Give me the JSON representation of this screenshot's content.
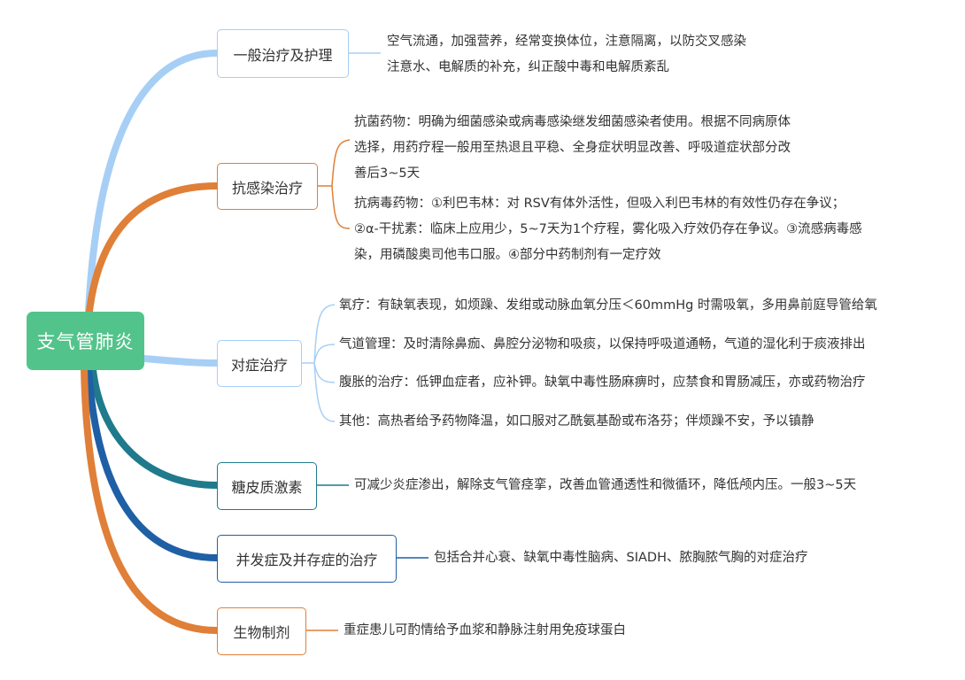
{
  "root": {
    "label": "支气管肺炎",
    "color": "#52c48b"
  },
  "branches": [
    {
      "label": "一般治疗及护理",
      "color": "#a7cff5",
      "details": [
        "空气流通，加强营养，经常变换体位，注意隔离，以防交叉感染",
        "注意水、电解质的补充，纠正酸中毒和电解质紊乱"
      ]
    },
    {
      "label": "抗感染治疗",
      "color": "#e07f37",
      "details": [
        "抗菌药物：明确为细菌感染或病毒感染继发细菌感染者使用。根据不同病原体选择，用药疗程一般用至热退且平稳、全身症状明显改善、呼吸道症状部分改善后3~5天",
        "抗病毒药物：①利巴韦林：对 RSV有体外活性，但吸入利巴韦林的有效性仍存在争议；②α-干扰素：临床上应用少，5~7天为1个疗程，雾化吸入疗效仍存在争议。③流感病毒感染，用磷酸奥司他韦口服。④部分中药制剂有一定疗效"
      ]
    },
    {
      "label": "对症治疗",
      "color": "#a7cff5",
      "details": [
        "氧疗：有缺氧表现，如烦躁、发绀或动脉血氧分压＜60mmHg 时需吸氧，多用鼻前庭导管给氧",
        "气道管理：及时清除鼻痂、鼻腔分泌物和吸痰，以保持呼吸道通畅，气道的湿化利于痰液排出",
        "腹胀的治疗：低钾血症者，应补钾。缺氧中毒性肠麻痹时，应禁食和胃肠减压，亦或药物治疗",
        "其他：高热者给予药物降温，如口服对乙酰氨基酚或布洛芬；伴烦躁不安，予以镇静"
      ]
    },
    {
      "label": "糖皮质激素",
      "color": "#1f7a8c",
      "details": [
        "可减少炎症渗出，解除支气管痉挛，改善血管通透性和微循环，降低颅内压。一般3~5天"
      ]
    },
    {
      "label": "并发症及并存症的治疗",
      "color": "#1f5fa6",
      "details": [
        "包括合并心衰、缺氧中毒性脑病、SIADH、脓胸脓气胸的对症治疗"
      ]
    },
    {
      "label": "生物制剂",
      "color": "#e07f37",
      "details": [
        "重症患儿可酌情给予血浆和静脉注射用免疫球蛋白"
      ]
    }
  ]
}
